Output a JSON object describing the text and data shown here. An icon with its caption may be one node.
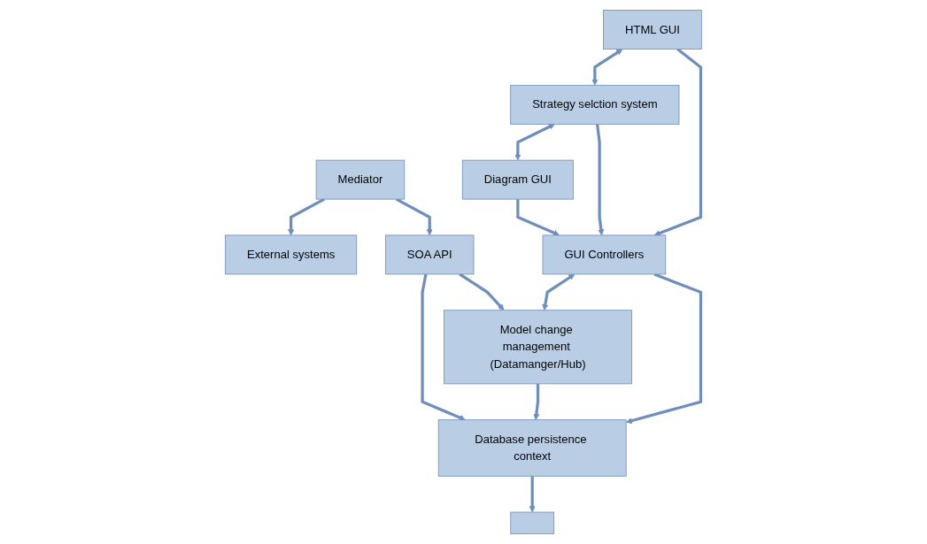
{
  "diagram": {
    "nodes": [
      {
        "text": [
          "HTML GUI"
        ]
      },
      {
        "text": [
          "Strategy selction system"
        ]
      },
      {
        "text": [
          "Diagram GUI"
        ]
      },
      {
        "text": [
          "External systems"
        ]
      },
      {
        "text": [
          "GUI Controllers"
        ]
      },
      {
        "text": [
          "SOA API"
        ]
      },
      {
        "text": [
          "Mediator"
        ]
      },
      {
        "text": [
          "Model change management (Datamanger/Hub)"
        ]
      },
      {
        "text": [
          "Database persistence context"
        ]
      },
      {
        "text": [],
        "shape": "box"
      }
    ],
    "edges": [
      {
        "from": 0,
        "to": 1,
        "arrow": "both"
      },
      {
        "from": 1,
        "to": 2,
        "arrow": "both"
      },
      {
        "from": 0,
        "to": 4,
        "arrow": "to"
      },
      {
        "from": 1,
        "to": 4,
        "arrow": "to"
      },
      {
        "from": 2,
        "to": 4,
        "arrow": "to"
      },
      {
        "from": 6,
        "to": 3,
        "arrow": "to"
      },
      {
        "from": 6,
        "to": 5,
        "arrow": "to"
      },
      {
        "from": 4,
        "to": 7,
        "arrow": "both"
      },
      {
        "from": 5,
        "to": 7,
        "arrow": "to"
      },
      {
        "from": 4,
        "to": 8,
        "arrow": "to"
      },
      {
        "from": 7,
        "to": 8,
        "arrow": "to"
      },
      {
        "from": 5,
        "to": 8,
        "arrow": "to"
      },
      {
        "from": 8,
        "to": 9,
        "arrow": "to"
      }
    ]
  }
}
